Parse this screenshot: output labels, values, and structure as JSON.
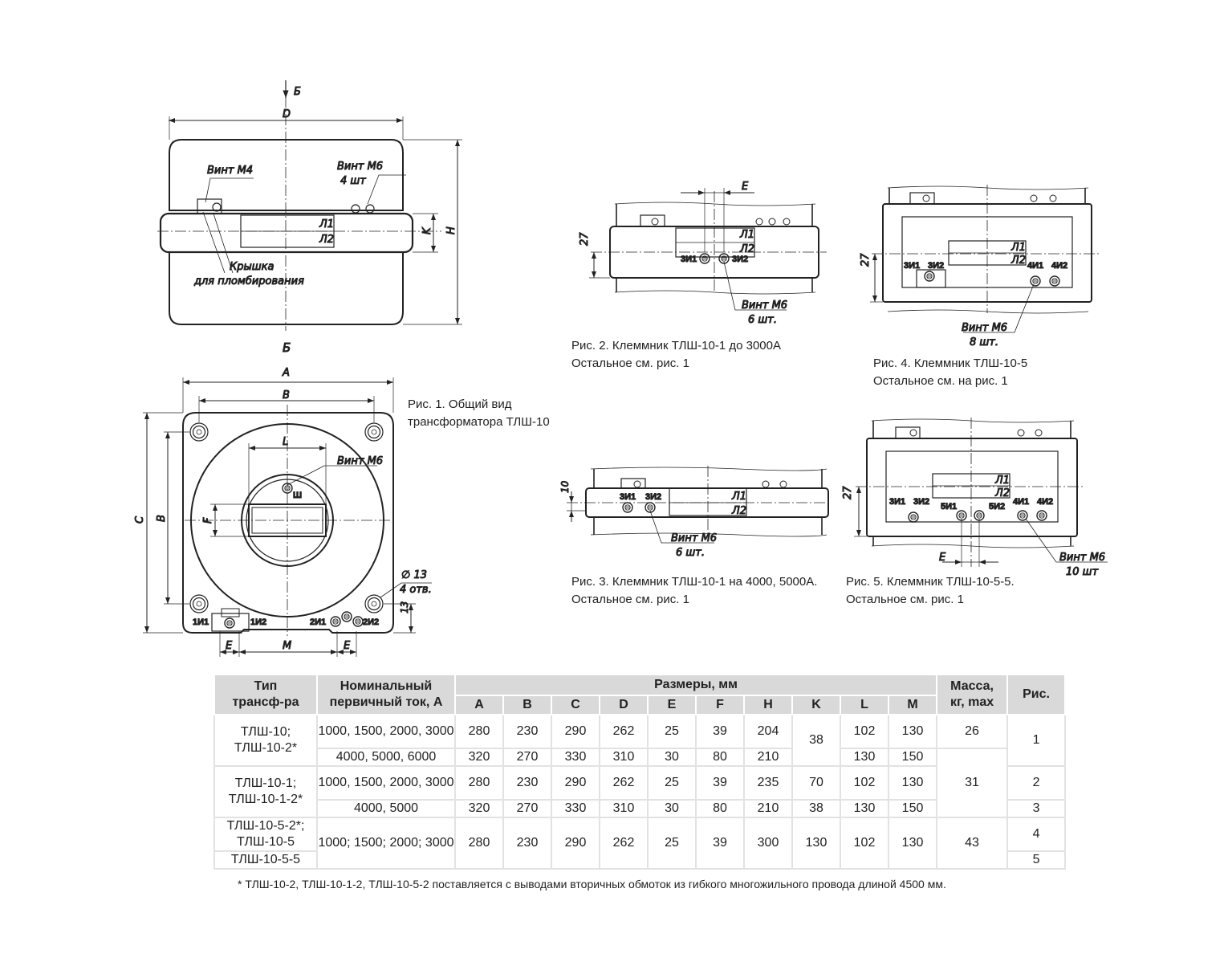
{
  "fig1": {
    "dims": {
      "D": "D",
      "H": "H",
      "K": "K",
      "A": "A",
      "B_top": "B",
      "C": "C",
      "B_side": "B",
      "L": "L",
      "F": "F",
      "E_left": "E",
      "M": "M",
      "E_right": "E",
      "thirteen": "13"
    },
    "section_mark_top": "Б",
    "section_mark_bottom": "Б",
    "screw_m4": "Винт М4",
    "screw_m6": "Винт М6",
    "screw_m6_count": "4 шт",
    "cover_line1": "Крышка",
    "cover_line2": "для пломбирования",
    "l1": "Л1",
    "l2": "Л2",
    "screw_m6_bottom": "Винт М6",
    "sh": "Ш",
    "hole_dia": "∅ 13",
    "hole_count": "4 отв.",
    "terms": {
      "i1_1": "1И1",
      "i1_2": "1И2",
      "i2_1": "2И1",
      "i2_2": "2И2"
    },
    "caption_line1": "Рис. 1. Общий вид",
    "caption_line2": "трансформатора ТЛШ-10"
  },
  "fig2": {
    "dim_e": "E",
    "dim_27": "27",
    "l1": "Л1",
    "l2": "Л2",
    "t1": "3И1",
    "t2": "3И2",
    "screw": "Винт М6",
    "count": "6 шт.",
    "caption_line1": "Рис. 2. Клеммник ТЛШ-10-1 до 3000А",
    "caption_line2": "Остальное см. рис. 1"
  },
  "fig3": {
    "dim_10": "10",
    "l1": "Л1",
    "l2": "Л2",
    "t1": "3И1",
    "t2": "3И2",
    "screw": "Винт М6",
    "count": "6 шт.",
    "caption_line1": "Рис. 3. Клеммник ТЛШ-10-1 на 4000, 5000А.",
    "caption_line2": "Остальное см. рис. 1"
  },
  "fig4": {
    "dim_27": "27",
    "l1": "Л1",
    "l2": "Л2",
    "t1": "3И1",
    "t2": "3И2",
    "t3": "4И1",
    "t4": "4И2",
    "screw": "Винт М6",
    "count": "8 шт.",
    "caption_line1": "Рис. 4. Клеммник ТЛШ-10-5",
    "caption_line2": "Остальное см. на рис. 1"
  },
  "fig5": {
    "dim_27": "27",
    "dim_e": "E",
    "l1": "Л1",
    "l2": "Л2",
    "t1": "3И1",
    "t2": "3И2",
    "t3": "5И1",
    "t4": "5И2",
    "t5": "4И1",
    "t6": "4И2",
    "screw": "Винт М6",
    "count": "10 шт",
    "caption_line1": "Рис. 5. Клеммник ТЛШ-10-5-5.",
    "caption_line2": "Остальное см. рис. 1"
  },
  "table": {
    "h_type1": "Тип",
    "h_type2": "трансф-ра",
    "h_cur1": "Номинальный",
    "h_cur2": "первичный ток, А",
    "h_dims": "Размеры, мм",
    "h_mass1": "Масса,",
    "h_mass2": "кг, max",
    "h_fig": "Рис.",
    "cols": [
      "A",
      "B",
      "C",
      "D",
      "E",
      "F",
      "H",
      "K",
      "L",
      "M"
    ],
    "g1": {
      "type1": "ТЛШ-10;",
      "type2": "ТЛШ-10-2*",
      "mass": "26",
      "fig": "1",
      "K": "38",
      "r1": {
        "cur": "1000, 1500, 2000, 3000",
        "v": [
          "280",
          "230",
          "290",
          "262",
          "25",
          "39",
          "204"
        ],
        "L": "102",
        "M": "130"
      },
      "r2": {
        "cur": "4000, 5000, 6000",
        "v": [
          "320",
          "270",
          "330",
          "310",
          "30",
          "80",
          "210"
        ],
        "L": "130",
        "M": "150"
      }
    },
    "g2": {
      "type1": "ТЛШ-10-1;",
      "type2": "ТЛШ-10-1-2*",
      "mass": "31",
      "r1": {
        "cur": "1000, 1500, 2000, 3000",
        "v": [
          "280",
          "230",
          "290",
          "262",
          "25",
          "39",
          "235",
          "70",
          "102",
          "130"
        ],
        "fig": "2"
      },
      "r2": {
        "cur": "4000, 5000",
        "v": [
          "320",
          "270",
          "330",
          "310",
          "30",
          "80",
          "210",
          "38",
          "130",
          "150"
        ],
        "fig": "3"
      }
    },
    "g3": {
      "type1": "ТЛШ-10-5-2*;",
      "type2": "ТЛШ-10-5",
      "type3": "ТЛШ-10-5-5",
      "cur": "1000; 1500; 2000; 3000",
      "v": [
        "280",
        "230",
        "290",
        "262",
        "25",
        "39",
        "300",
        "130",
        "102",
        "130"
      ],
      "mass": "43",
      "fig1": "4",
      "fig2": "5"
    }
  },
  "footnote": "*  ТЛШ-10-2, ТЛШ-10-1-2, ТЛШ-10-5-2 поставляется с выводами вторичных обмоток из гибкого многожильного провода длиной 4500 мм."
}
